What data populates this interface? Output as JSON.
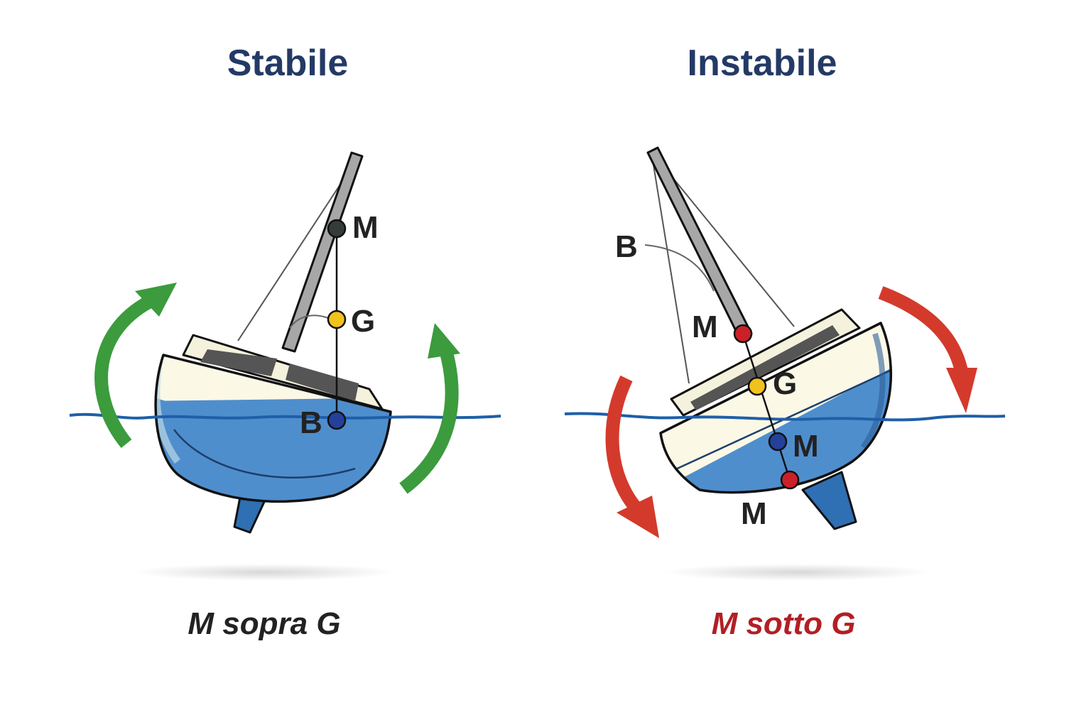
{
  "colors": {
    "title": "#243a66",
    "label": "#222222",
    "stable_caption": "#222222",
    "unstable_caption": "#b21f24",
    "water": "#1e5fa8",
    "hull_blue": "#4f8ecd",
    "hull_cream": "#fbf8e6",
    "keel": "#2f6fb3",
    "green_arrow": "#3b9b3d",
    "red_arrow": "#d33a2c",
    "point_M_dark": "#333c3a",
    "point_G": "#f1c21b",
    "point_B": "#24409a",
    "point_M_red": "#cc2027"
  },
  "stable": {
    "title": "Stabile",
    "labels": {
      "M": "M",
      "G": "G",
      "B": "B"
    },
    "caption": "M sopra G"
  },
  "unstable": {
    "title": "Instabile",
    "labels": {
      "B": "B",
      "M_upper": "M",
      "G": "G",
      "M_mid": "M",
      "M_lower": "M"
    },
    "caption": "M sotto G"
  }
}
